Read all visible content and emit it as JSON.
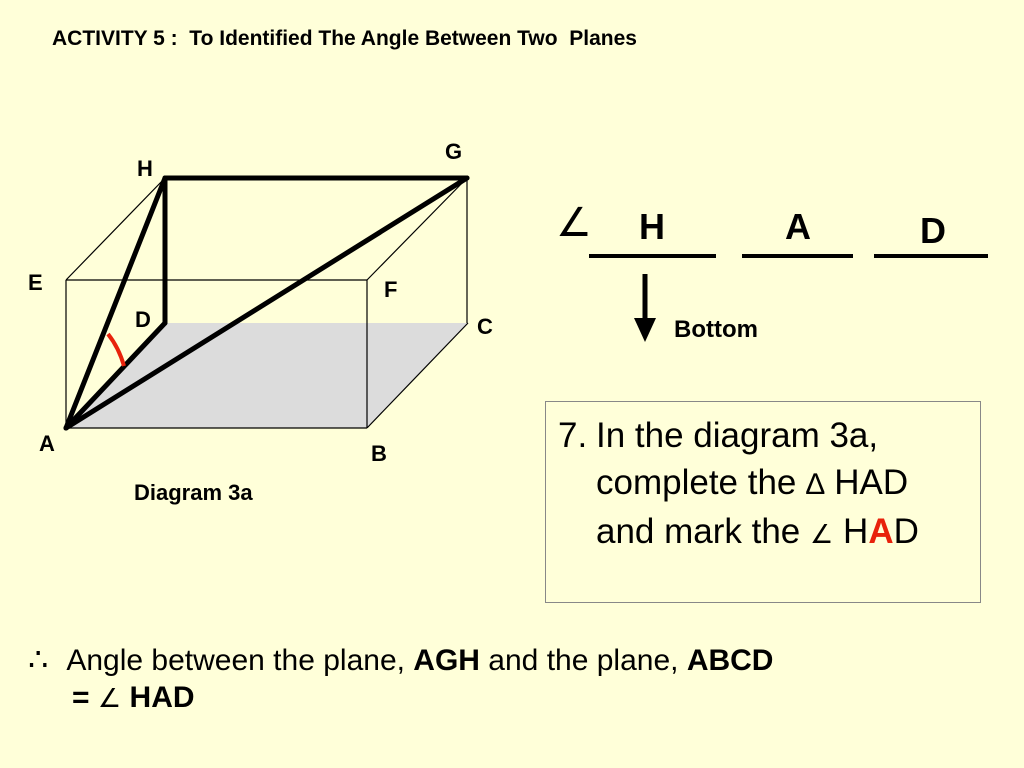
{
  "title": "ACTIVITY 5 :  To Identified The Angle Between Two  Planes",
  "diagram": {
    "vertex_labels": {
      "H": "H",
      "G": "G",
      "E": "E",
      "F": "F",
      "D": "D",
      "C": "C",
      "A": "A",
      "B": "B"
    },
    "caption": "Diagram 3a",
    "arc_color": "#e8220c",
    "base_fill": "#dcdcdc"
  },
  "angle_answer": {
    "angle_symbol": "∠",
    "letters": [
      "H",
      "A",
      "D"
    ],
    "arrow_label": "Bottom"
  },
  "question": {
    "number": "7.",
    "line1": "In the diagram 3a,",
    "line2_prefix": "complete the ",
    "triangle_symbol": "∆",
    "line2_suffix": " HAD",
    "line3_prefix": "and mark the ",
    "angle_symbol": "∠",
    "letter_h": "H",
    "letter_a": "A",
    "letter_d": "D",
    "highlight_color": "#e8220c"
  },
  "conclusion": {
    "therefore_symbol": "∴",
    "text1": "Angle between the plane, ",
    "plane1": "AGH",
    "text2": " and the plane, ",
    "plane2": "ABCD",
    "equals": "=",
    "angle_symbol": "∠",
    "angle_name": " HAD"
  }
}
